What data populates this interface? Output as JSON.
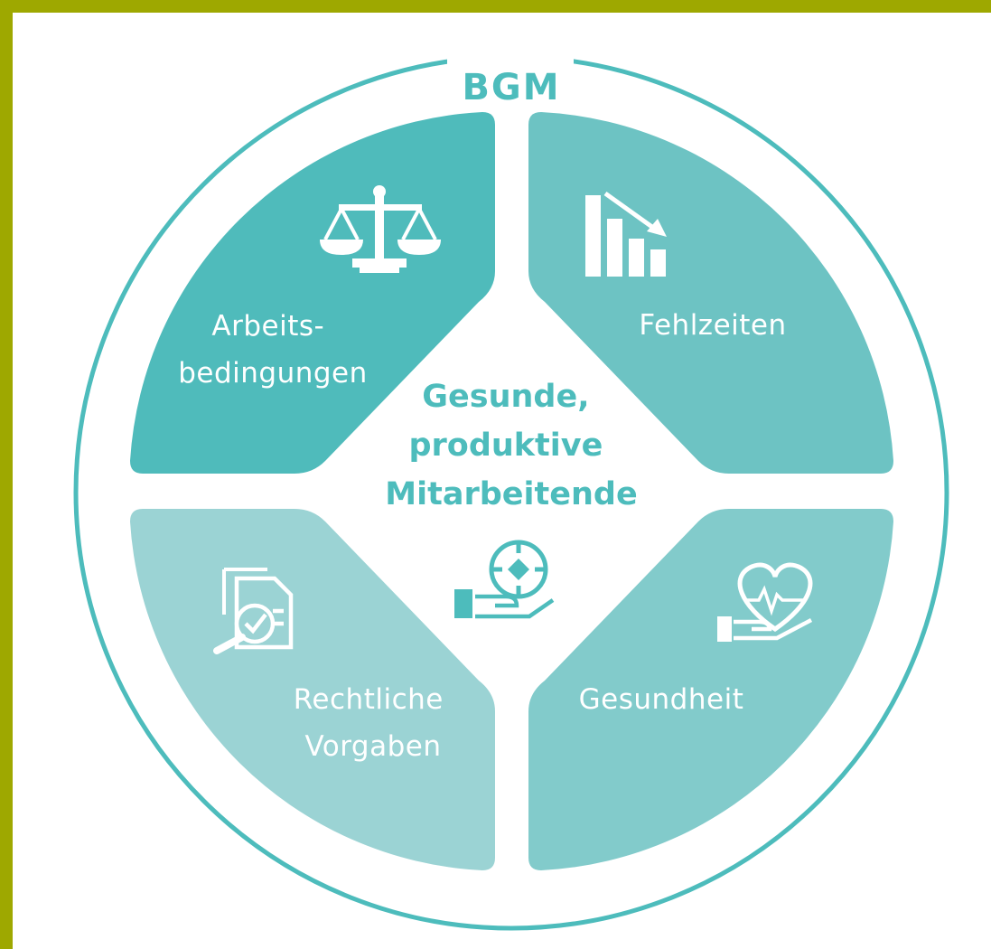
{
  "title": "BGM",
  "center": {
    "lines": [
      "Gesunde,",
      "produktive",
      "Mitarbeitende"
    ]
  },
  "segments": {
    "top_left": {
      "lines": [
        "Arbeits-",
        "bedingungen"
      ],
      "icon": "scales-icon"
    },
    "top_right": {
      "lines": [
        "Fehlzeiten"
      ],
      "icon": "declining-bar-chart-icon"
    },
    "bottom_left": {
      "lines": [
        "Rechtliche",
        "Vorgaben"
      ],
      "icon": "document-magnifier-check-icon"
    },
    "bottom_right": {
      "lines": [
        "Gesundheit"
      ],
      "icon": "heart-hand-icon"
    }
  },
  "center_icon": "hand-holding-target-icon",
  "colors": {
    "frame": "#9ea800",
    "ring": "#4dbcbc",
    "top_left": "#4fbbbb",
    "top_right": "#6dc3c3",
    "bottom_left": "#9bd3d4",
    "bottom_right": "#82cbcb",
    "text": "#4dbcbc"
  }
}
